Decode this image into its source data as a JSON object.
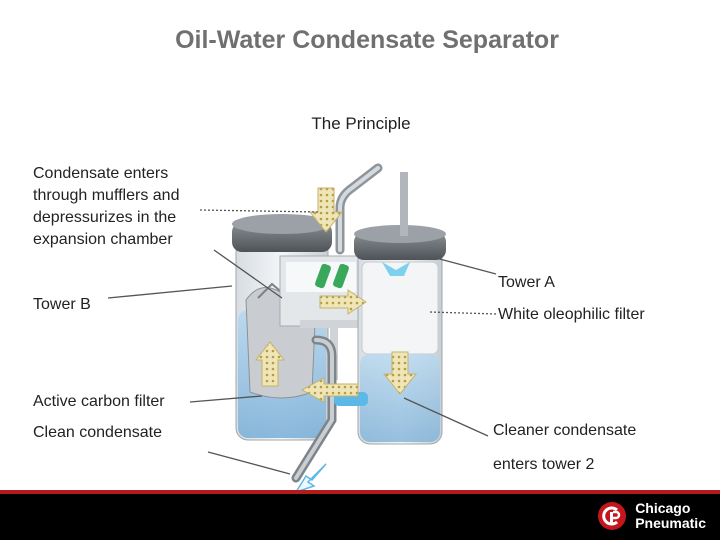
{
  "title": "Oil-Water Condensate Separator",
  "subtitle": "The Principle",
  "labels": {
    "condensate_enters": "Condensate enters through mufflers and depressurizes in the expansion chamber",
    "tower_a": "Tower A",
    "tower_b": "Tower B",
    "white_filter": "White oleophilic filter",
    "active_carbon": "Active carbon filter",
    "clean_condensate": "Clean condensate",
    "cleaner_condensate": "Cleaner condensate",
    "enters_tower_2": "enters tower 2"
  },
  "logo": {
    "line1": "Chicago",
    "line2": "Pneumatic"
  },
  "colors": {
    "accent_red": "#b51b1b",
    "water_blue": "#9cc8e8",
    "arrow_yellow": "#e8dc9a"
  }
}
